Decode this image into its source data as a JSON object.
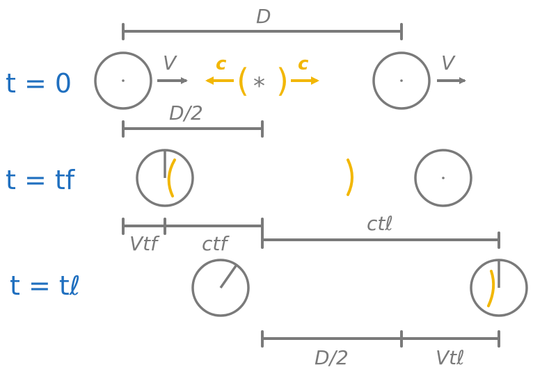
{
  "colors": {
    "ink_gray": "#7a7a7a",
    "light": "#f2b705",
    "time_blue": "#1f6fbf",
    "background": "#ffffff"
  },
  "time_labels": {
    "t0": "t = 0",
    "tf": "t = tf",
    "tl": "t = tℓ"
  },
  "labels": {
    "D_top": "D",
    "D_half_top": "D/2",
    "v_left": "V",
    "v_right": "V",
    "c_left": "c",
    "c_right": "c",
    "star": "*",
    "paren_open": "(",
    "paren_close": ")",
    "vtf": "Vtf",
    "ctf": "ctf",
    "ctl": "ctℓ",
    "D_half_bottom": "D/2",
    "vtl": "Vtℓ"
  }
}
